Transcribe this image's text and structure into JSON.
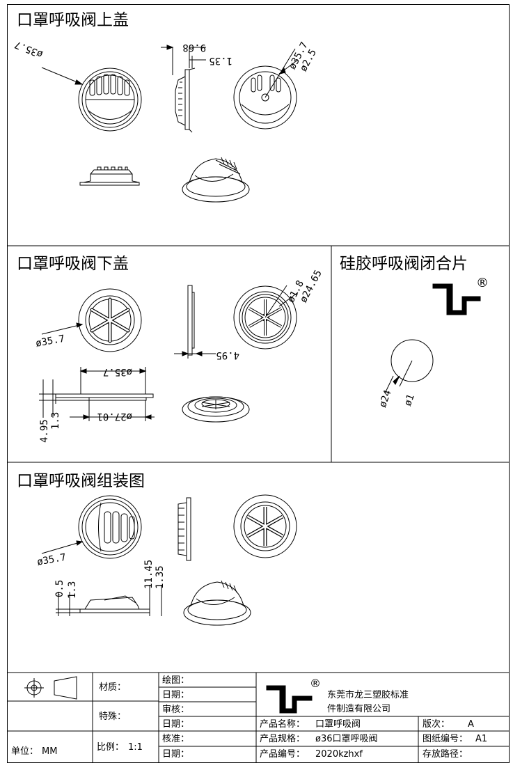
{
  "sections": {
    "upper_cover": {
      "title": "口罩呼吸阀上盖",
      "dims": {
        "d1": "ø35.7",
        "h1": "9.68",
        "h2": "1.35",
        "d2": "ø35.7",
        "d3": "ø2.5"
      }
    },
    "lower_cover": {
      "title": "口罩呼吸阀下盖",
      "dims": {
        "d1": "ø35.7",
        "d2": "ø1.8",
        "d3": "ø24.65",
        "w1": "4.95",
        "d4": "ø35.7",
        "d5": "ø27.01",
        "h1": "4.95",
        "h2": "1.3"
      }
    },
    "disc": {
      "title": "硅胶呼吸阀闭合片",
      "dims": {
        "d1": "ø24",
        "d2": "ø1"
      }
    },
    "assembly": {
      "title": "口罩呼吸阀组装图",
      "dims": {
        "d1": "ø35.7",
        "h1": "11.45",
        "h2": "1.35",
        "h3": "0.5",
        "h4": "1.3"
      }
    }
  },
  "title_block": {
    "material_label": "材质：",
    "special_label": "特殊：",
    "scale_label": "比例：",
    "scale_value": "1:1",
    "unit_label": "单位：",
    "unit_value": "MM",
    "draw_label": "绘图：",
    "date_label_1": "日期：",
    "review_label": "审核：",
    "date_label_2": "日期：",
    "approve_label": "核准：",
    "date_label_3": "日期：",
    "company_line1": "东莞市龙三塑胶标准",
    "company_line2": "件制造有限公司",
    "product_name_label": "产品名称：",
    "product_name_value": "口罩呼吸阀",
    "product_spec_label": "产品规格：",
    "product_spec_value": "ø36口罩呼吸阀",
    "product_no_label": "产品编号：",
    "product_no_value": "2020kzhxf",
    "version_label": "版次：",
    "version_value": "A",
    "drawing_no_label": "图纸编号：",
    "drawing_no_value": "A1",
    "storage_label": "存放路径："
  },
  "logo_mark": "®"
}
